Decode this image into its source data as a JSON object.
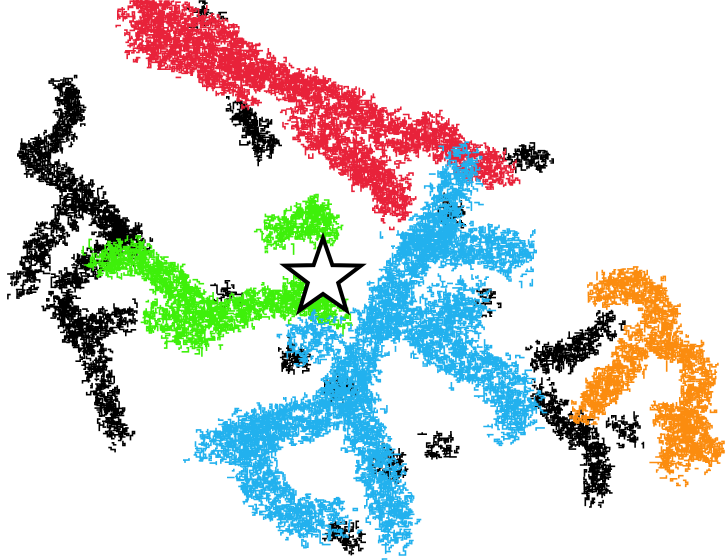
{
  "image": {
    "background": "#ffffff",
    "clusters": [
      {
        "name": "red-cluster",
        "color": "#e8223a"
      },
      {
        "name": "green-cluster",
        "color": "#3ef00a"
      },
      {
        "name": "blue-cluster",
        "color": "#22b1ee"
      },
      {
        "name": "orange-cluster",
        "color": "#fb8c0f"
      },
      {
        "name": "black-cluster",
        "color": "#000000"
      }
    ],
    "marker": {
      "icon": "star-icon",
      "fill": "#ffffff",
      "stroke": "#000000"
    }
  }
}
